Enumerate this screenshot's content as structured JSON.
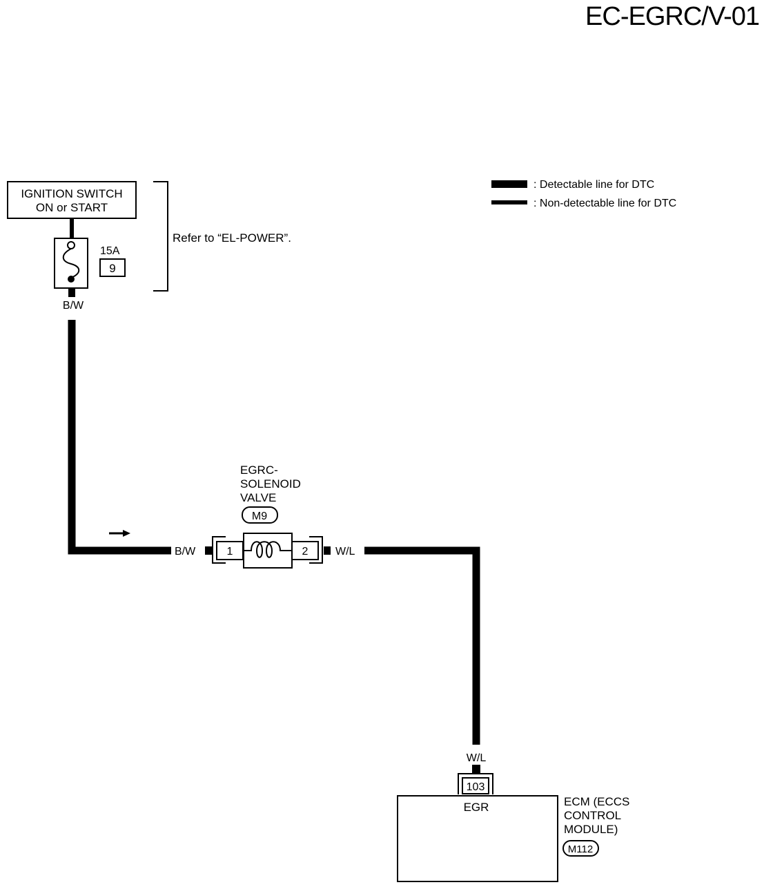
{
  "page_code": "EC-EGRC/V-01",
  "legend": {
    "detectable": ": Detectable line for DTC",
    "non_detectable": ": Non-detectable line for DTC"
  },
  "ignition_switch": {
    "line1": "IGNITION SWITCH",
    "line2": "ON or START"
  },
  "fuse": {
    "rating": "15A",
    "number": "9"
  },
  "refer_note": "Refer to “EL-POWER”.",
  "wire_colors": {
    "fuse_out": "B/W",
    "valve_in": "B/W",
    "valve_out": "W/L",
    "ecm_in": "W/L"
  },
  "solenoid": {
    "line1": "EGRC-",
    "line2": "SOLENOID",
    "line3": "VALVE",
    "connector": "M9",
    "pin1": "1",
    "pin2": "2"
  },
  "ecm": {
    "terminal": "103",
    "terminal_label": "EGR",
    "line1": "ECM (ECCS",
    "line2": "CONTROL",
    "line3": "MODULE)",
    "connector": "M112"
  }
}
